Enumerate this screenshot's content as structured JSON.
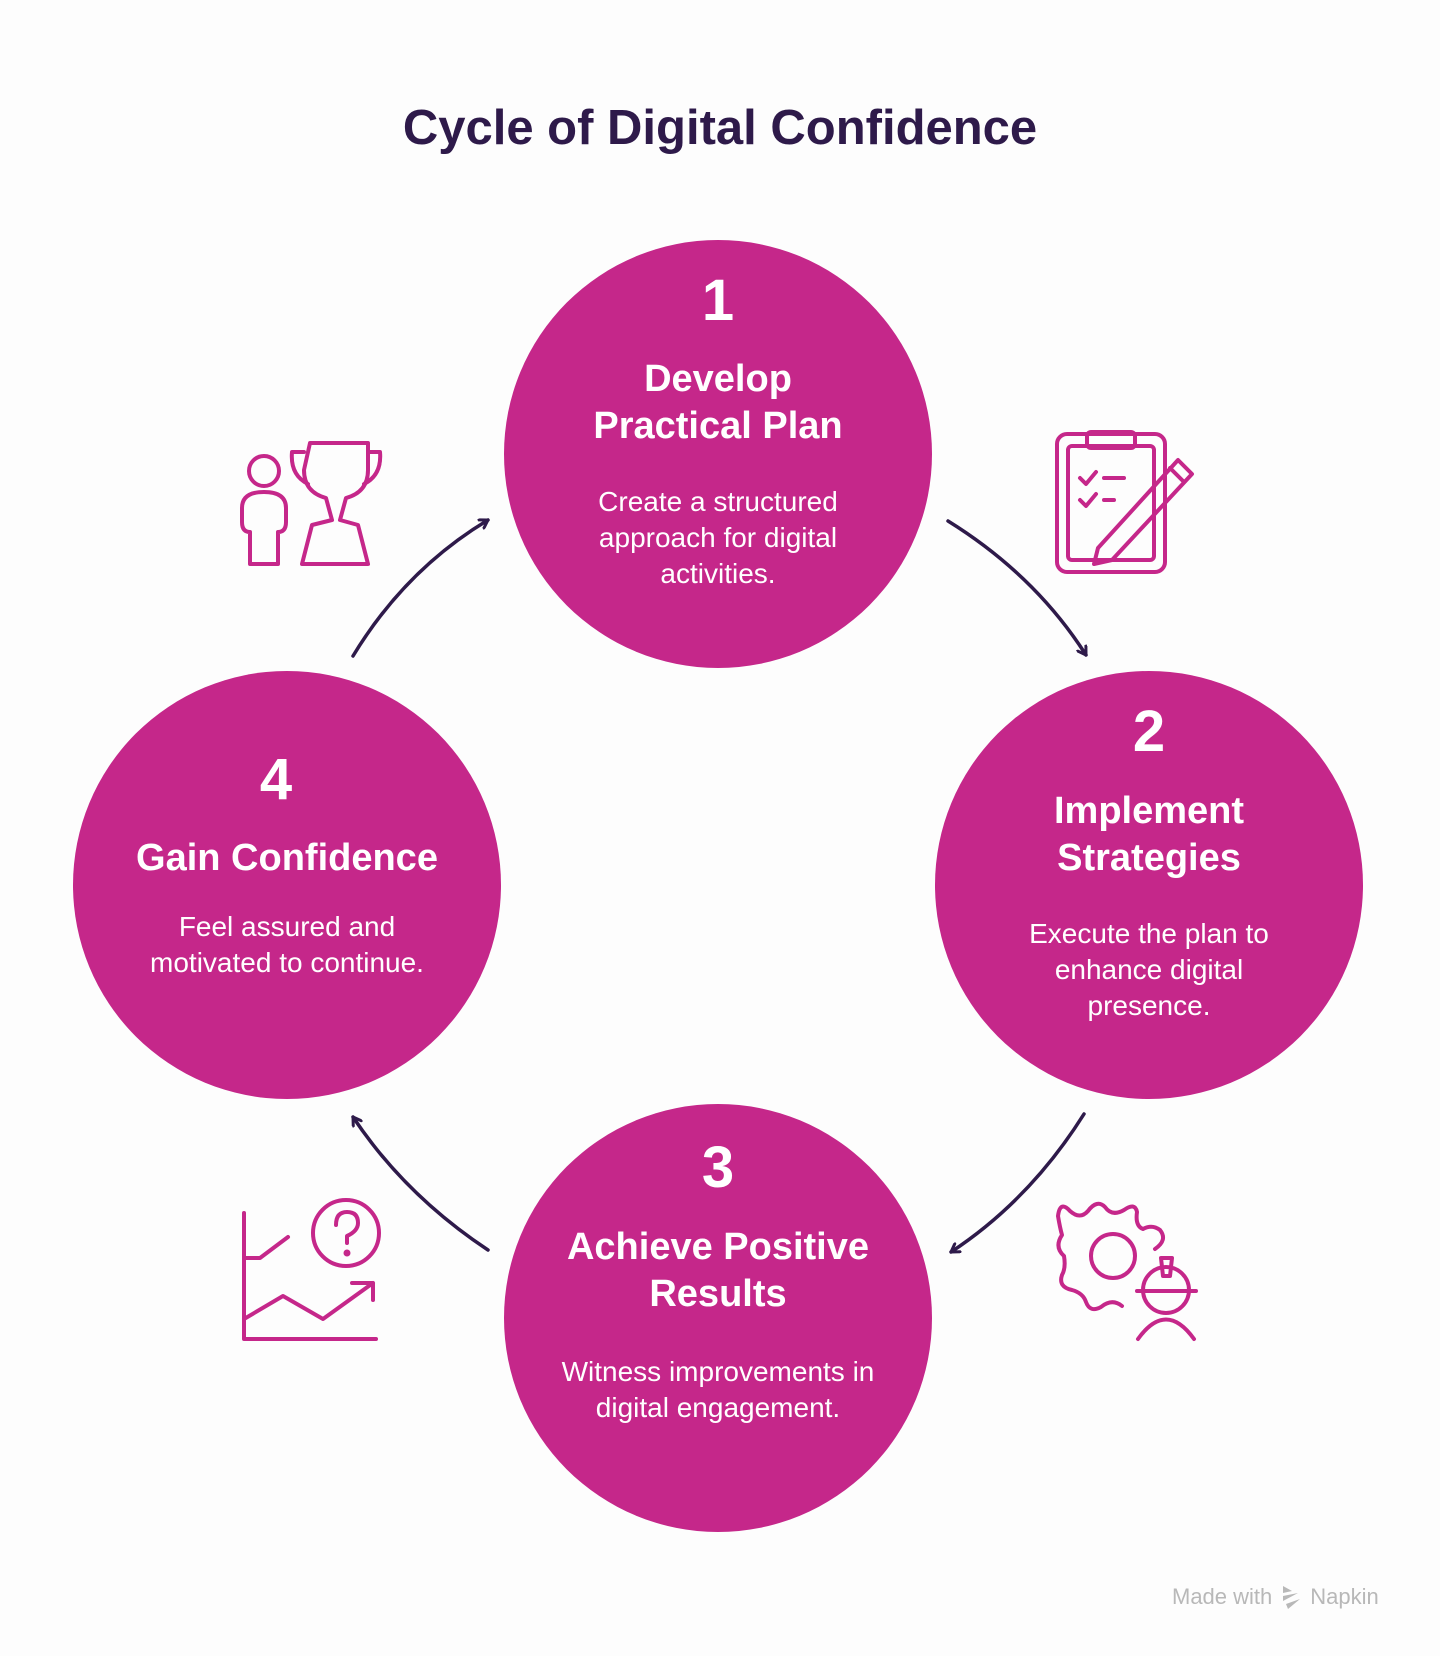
{
  "title": "Cycle of Digital Confidence",
  "steps": [
    {
      "number": "1",
      "title": "Develop Practical Plan",
      "description": "Create a structured approach for digital activities.",
      "icon": "clipboard-pencil-icon"
    },
    {
      "number": "2",
      "title": "Implement Strategies",
      "description": "Execute the plan to enhance digital presence.",
      "icon": "gear-worker-icon"
    },
    {
      "number": "3",
      "title": "Achieve Positive Results",
      "description": "Witness improvements in digital engagement.",
      "icon": "chart-question-icon"
    },
    {
      "number": "4",
      "title": "Gain Confidence",
      "description": "Feel assured and motivated to continue.",
      "icon": "person-trophy-icon"
    }
  ],
  "watermark": {
    "prefix": "Made with",
    "brand": "Napkin"
  },
  "colors": {
    "circle": "#c5278a",
    "arrow": "#2e1a4a",
    "title": "#2e1a4a"
  }
}
